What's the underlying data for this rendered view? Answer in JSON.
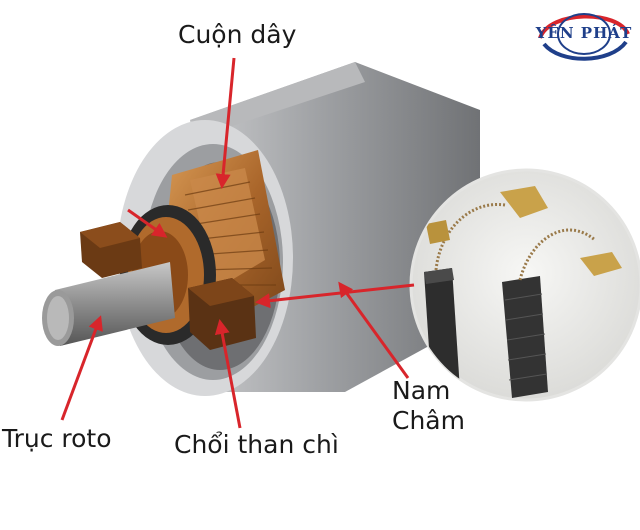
{
  "labels": {
    "coil": "Cuộn dây",
    "shaft": "Trục roto",
    "brush": "Chổi than chì",
    "magnet_line1": "Nam",
    "magnet_line2": "Châm"
  },
  "logo": {
    "text": "YÊN PHÁT",
    "primary_color": "#1f3f8a",
    "accent_color": "#d8252b"
  },
  "colors": {
    "arrow": "#d8252b",
    "magnet_shell": "#a7a8ab",
    "copper": "#b9773a",
    "brush": "#5a3214"
  }
}
